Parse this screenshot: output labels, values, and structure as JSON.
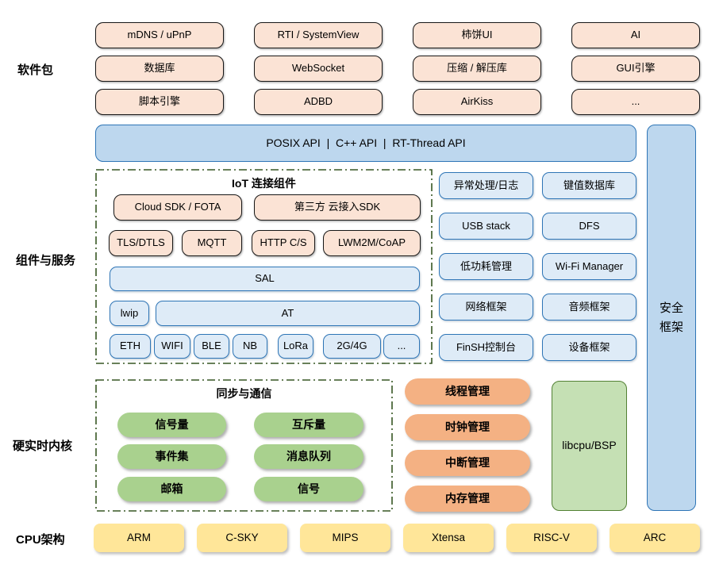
{
  "palette": {
    "peach_fill": "#FBE3D5",
    "peach_border": "#171717",
    "light_blue_fill": "#DEEBF7",
    "blue_border": "#2E75B6",
    "medium_blue_fill": "#BDD7EE",
    "green_pill": "#A9D18E",
    "green_box_fill": "#C5E0B4",
    "green_box_border": "#538135",
    "orange_pill": "#F4B183",
    "yellow_fill": "#FFE699",
    "dashed_border_green": "#375623"
  },
  "row_labels": {
    "software": "软件包",
    "components": "组件与服务",
    "kernel": "硬实时内核",
    "cpu": "CPU架构"
  },
  "software_packages": [
    "mDNS / uPnP",
    "RTI / SystemView",
    "柿饼UI",
    "AI",
    "数据库",
    "WebSocket",
    "压缩 / 解压库",
    "GUI引擎",
    "脚本引擎",
    "ADBD",
    "AirKiss",
    "..."
  ],
  "api_bar": "POSIX API  |  C++ API  |  RT-Thread API",
  "iot": {
    "title": "IoT 连接组件",
    "row1": [
      "Cloud SDK / FOTA",
      "第三方 云接入SDK"
    ],
    "row2": [
      "TLS/DTLS",
      "MQTT",
      "HTTP C/S",
      "LWM2M/CoAP"
    ],
    "sal": "SAL",
    "lwip": "lwip",
    "at": "AT",
    "links": [
      "ETH",
      "WIFI",
      "BLE",
      "NB",
      "LoRa",
      "2G/4G",
      "..."
    ]
  },
  "services": [
    "异常处理/日志",
    "键值数据库",
    "USB stack",
    "DFS",
    "低功耗管理",
    "Wi-Fi Manager",
    "网络框架",
    "音频框架",
    "FinSH控制台",
    "设备框架"
  ],
  "security": {
    "line1": "安全",
    "line2": "框架"
  },
  "sync": {
    "title": "同步与通信",
    "items": [
      "信号量",
      "互斥量",
      "事件集",
      "消息队列",
      "邮箱",
      "信号"
    ]
  },
  "kernel_services": [
    "线程管理",
    "时钟管理",
    "中断管理",
    "内存管理"
  ],
  "libcpu": "libcpu/BSP",
  "cpu_archs": [
    "ARM",
    "C-SKY",
    "MIPS",
    "Xtensa",
    "RISC-V",
    "ARC"
  ]
}
